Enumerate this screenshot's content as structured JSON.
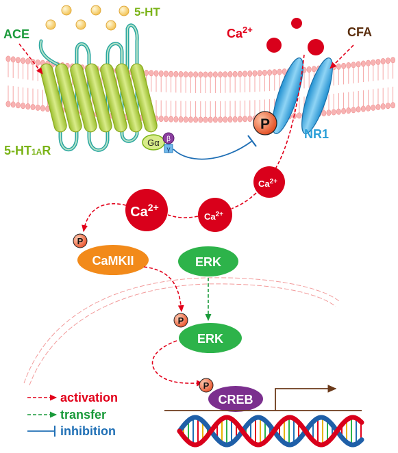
{
  "labels": {
    "ace": "ACE",
    "serotonin": "5-HT",
    "receptor_main": "5-HT",
    "receptor_sub": "1A",
    "receptor_suffix": "R",
    "calcium_top_base": "Ca",
    "calcium_top_sup": "2+",
    "cfa": "CFA",
    "nr1": "NR1",
    "phospho": "P",
    "g_alpha": "Gα",
    "g_beta": "β",
    "g_gamma": "γ",
    "calcium_base": "Ca",
    "calcium_sup": "2+",
    "camkii": "CaMKII",
    "erk_top": "ERK",
    "erk_bottom": "ERK",
    "creb": "CREB"
  },
  "legend": [
    {
      "label": "activation",
      "color": "#e2001a",
      "style": "dashed-arrow"
    },
    {
      "label": "transfer",
      "color": "#1a9a3a",
      "style": "dashed-arrow"
    },
    {
      "label": "inhibition",
      "color": "#1f6fb5",
      "style": "inhibition"
    }
  ],
  "colors": {
    "activation": "#e2001a",
    "transfer": "#1a9a3a",
    "inhibition": "#1f6fb5",
    "receptor": "#bcd65a",
    "ace_label": "#1a9a3a",
    "receptor_label": "#7ab317",
    "cfa_label": "#5a2d0c",
    "nr1_label": "#2a9fd8",
    "calcium": "#d9001b",
    "camkii": "#f28a1a",
    "erk": "#2db34a",
    "creb": "#7b2f8e"
  }
}
